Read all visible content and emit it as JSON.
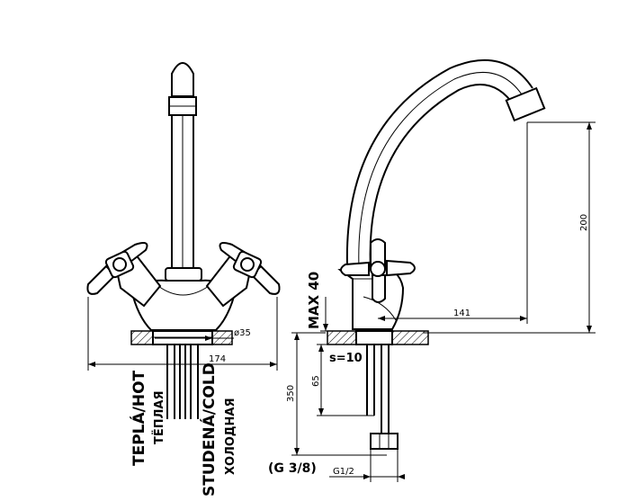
{
  "labels": {
    "hot": "TEPLÁ/HOT",
    "hot_ru": "ТЁПЛАЯ",
    "cold": "STUDENÁ/COLD",
    "cold_ru": "ХОЛОДНАЯ",
    "thread": "(G 3/8)",
    "max": "MAX 40",
    "thickness": "s=10"
  },
  "dimensions": {
    "diameter": "ø35",
    "width": "174",
    "reach": "141",
    "height": "200",
    "shank": "65",
    "total": "350",
    "connection": "G1/2"
  },
  "colors": {
    "line": "#000000",
    "background": "#ffffff"
  }
}
